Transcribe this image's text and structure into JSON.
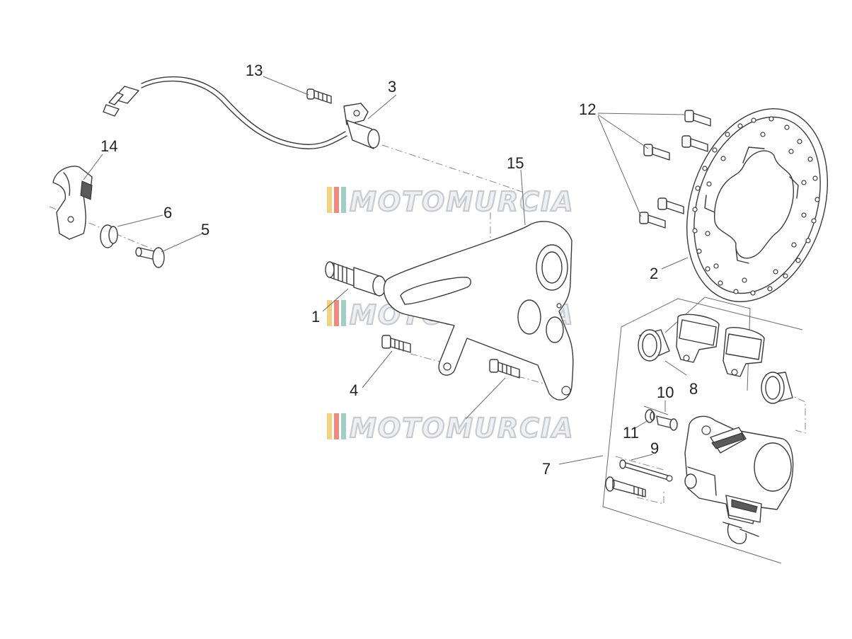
{
  "watermark": {
    "text": "MOTOMURCIA",
    "stripe_colors": [
      "#f2d27a",
      "#f08a80",
      "#9fd0c8"
    ]
  },
  "callouts": {
    "c1": "1",
    "c2": "2",
    "c3": "3",
    "c4": "4",
    "c5": "5",
    "c6": "6",
    "c7": "7",
    "c8": "8",
    "c9": "9",
    "c10": "10",
    "c11": "11",
    "c12": "12",
    "c13": "13",
    "c14": "14",
    "c15": "15"
  }
}
